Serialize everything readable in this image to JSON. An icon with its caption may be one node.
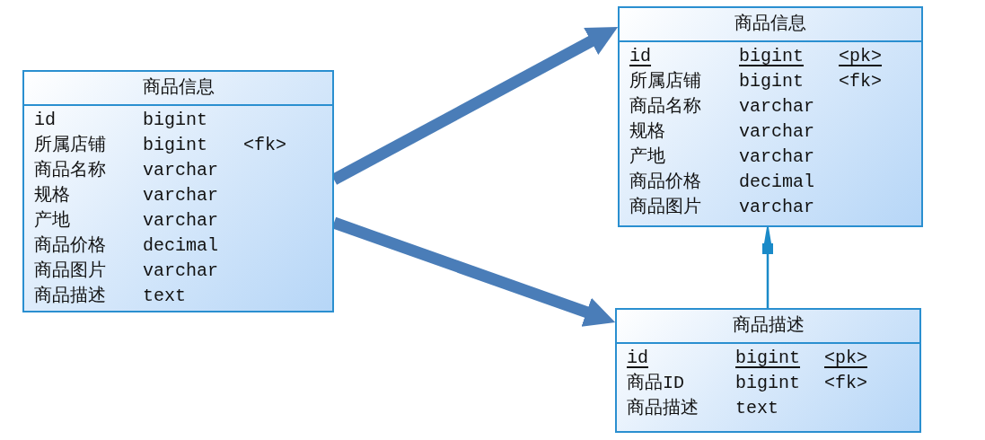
{
  "diagram": {
    "nodes": [
      {
        "text": [
          "商品信息",
          "id",
          "bigint",
          "所属店铺",
          "bigint",
          "<fk>",
          "商品名称",
          "varchar",
          "规格",
          "varchar",
          "产地",
          "varchar",
          "商品价格",
          "decimal",
          "商品图片",
          "varchar",
          "商品描述",
          "text"
        ]
      },
      {
        "text": [
          "商品信息",
          "id",
          "bigint",
          "<pk>",
          "所属店铺",
          "bigint",
          "<fk>",
          "商品名称",
          "varchar",
          "规格",
          "varchar",
          "产地",
          "varchar",
          "商品价格",
          "decimal",
          "商品图片",
          "varchar"
        ]
      },
      {
        "text": [
          "商品描述",
          "id",
          "bigint",
          "<pk>",
          "商品ID",
          "bigint",
          "<fk>",
          "商品描述",
          "text"
        ]
      }
    ],
    "edges": [
      {
        "from": 0,
        "to": 1,
        "arrow": "to"
      },
      {
        "from": 0,
        "to": 2,
        "arrow": "to"
      },
      {
        "from": 2,
        "to": 1,
        "arrow": "to",
        "color": "#1a8ac8"
      }
    ]
  }
}
